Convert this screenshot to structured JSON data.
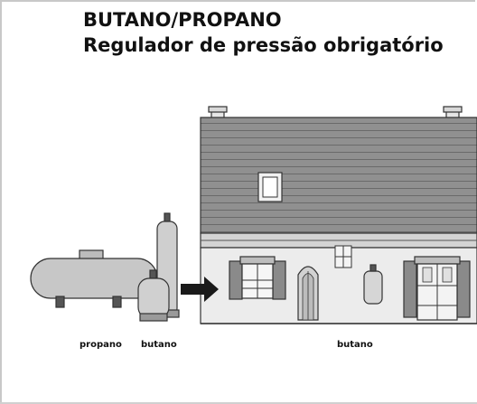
{
  "header": {
    "title_line1": "BUTANO/PROPANO",
    "title_line2": "Regulador de pressão obrigatório"
  },
  "labels": {
    "propano": "propano",
    "butano_left": "butano",
    "butano_house": "butano"
  },
  "colors": {
    "roof": "#8e8e8e",
    "wall": "#ececec",
    "tank": "#c7c7c7",
    "shutter": "#8a8a8a",
    "arrow": "#1a1a1a"
  }
}
